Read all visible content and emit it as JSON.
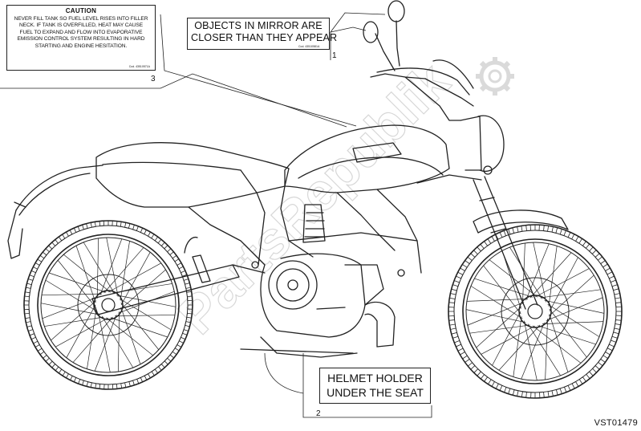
{
  "labels": {
    "caution": {
      "title": "CAUTION",
      "lines": [
        "NEVER FILL TANK SO FUEL LEVEL RISES INTO FILLER",
        "NECK. IF TANK IS OVERFILLED, HEAT MAY CAUSE",
        "FUEL TO EXPAND AND FLOW INTO EVAPORATIVE",
        "EMISSION CONTROL SYSTEM RESULTING IN HARD",
        "STARTING AND ENGINE HESITATION."
      ],
      "code": "Cod. 43510571A"
    },
    "mirror": {
      "lines": [
        "OBJECTS IN MIRROR ARE",
        "CLOSER THAN THEY APPEAR"
      ],
      "code": "Cod. 43510581A"
    },
    "helmet": {
      "lines": [
        "HELMET HOLDER",
        "UNDER THE SEAT"
      ]
    }
  },
  "callouts": [
    "1",
    "2",
    "3"
  ],
  "reference_code": "VST01479",
  "watermark": "PartsRepublik"
}
